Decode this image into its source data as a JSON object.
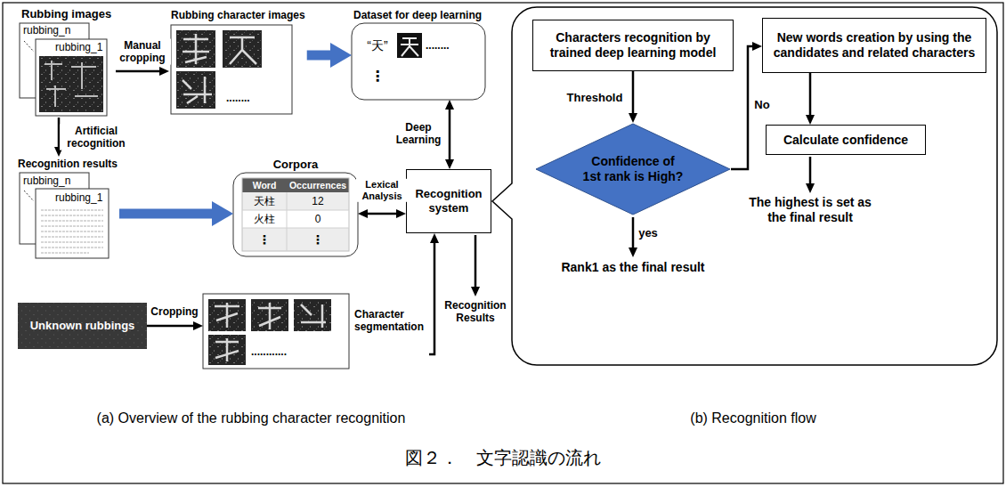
{
  "diagram": {
    "caption": "図２．　文字認識の流れ",
    "nodes": [
      {
        "text": [
          "Rubbing images",
          "rubbing_n",
          "rubbing_1"
        ]
      },
      {
        "text": [
          "Rubbing character images",
          "........"
        ]
      },
      {
        "text": [
          "Dataset for deep learning",
          "“天”",
          "........",
          "⋮"
        ]
      },
      {
        "text": [
          "Recognition results",
          "rubbing_n",
          "rubbing_1"
        ]
      },
      {
        "text": [
          "Corpora",
          "Word",
          "Occurrences",
          "天柱",
          "12",
          "火柱",
          "0",
          "⋮",
          "⋮"
        ]
      },
      {
        "text": [
          "Recognition system"
        ]
      },
      {
        "text": [
          "Unknown rubbings"
        ]
      },
      {
        "text": [
          "Character segmentation",
          "............"
        ]
      },
      {
        "text": [
          "Characters recognition by trained deep learning model"
        ]
      },
      {
        "text": [
          "Confidence of 1st rank is High?"
        ]
      },
      {
        "text": [
          "New words creation by using the candidates and related characters"
        ]
      },
      {
        "text": [
          "Calculate confidence"
        ]
      }
    ],
    "edges": [
      {
        "from": 0,
        "to": 1,
        "arrow": "to",
        "label": "Manual cropping"
      },
      {
        "from": 1,
        "to": 2,
        "arrow": "to"
      },
      {
        "from": 0,
        "to": 3,
        "arrow": "to",
        "label": "Artificial recognition"
      },
      {
        "from": 3,
        "to": 4,
        "arrow": "to"
      },
      {
        "from": 4,
        "to": 5,
        "arrow": "both",
        "label": "Lexical Analysis"
      },
      {
        "from": 2,
        "to": 5,
        "arrow": "both",
        "label": "Deep Learning"
      },
      {
        "from": 6,
        "to": 7,
        "arrow": "to",
        "label": "Cropping"
      },
      {
        "from": 7,
        "to": 5,
        "arrow": "to"
      },
      {
        "from": 8,
        "to": 9,
        "arrow": "to",
        "label": "Threshold"
      },
      {
        "from": 9,
        "to": 10,
        "arrow": "to",
        "label": "No"
      },
      {
        "from": 10,
        "to": 11,
        "arrow": "to"
      }
    ],
    "labels": [
      "yes",
      "Rank1 as the final result",
      "The highest is set as the final result",
      "Recognition Results",
      "(a) Overview of the rubbing character recognition",
      "(b) Recognition flow"
    ]
  }
}
